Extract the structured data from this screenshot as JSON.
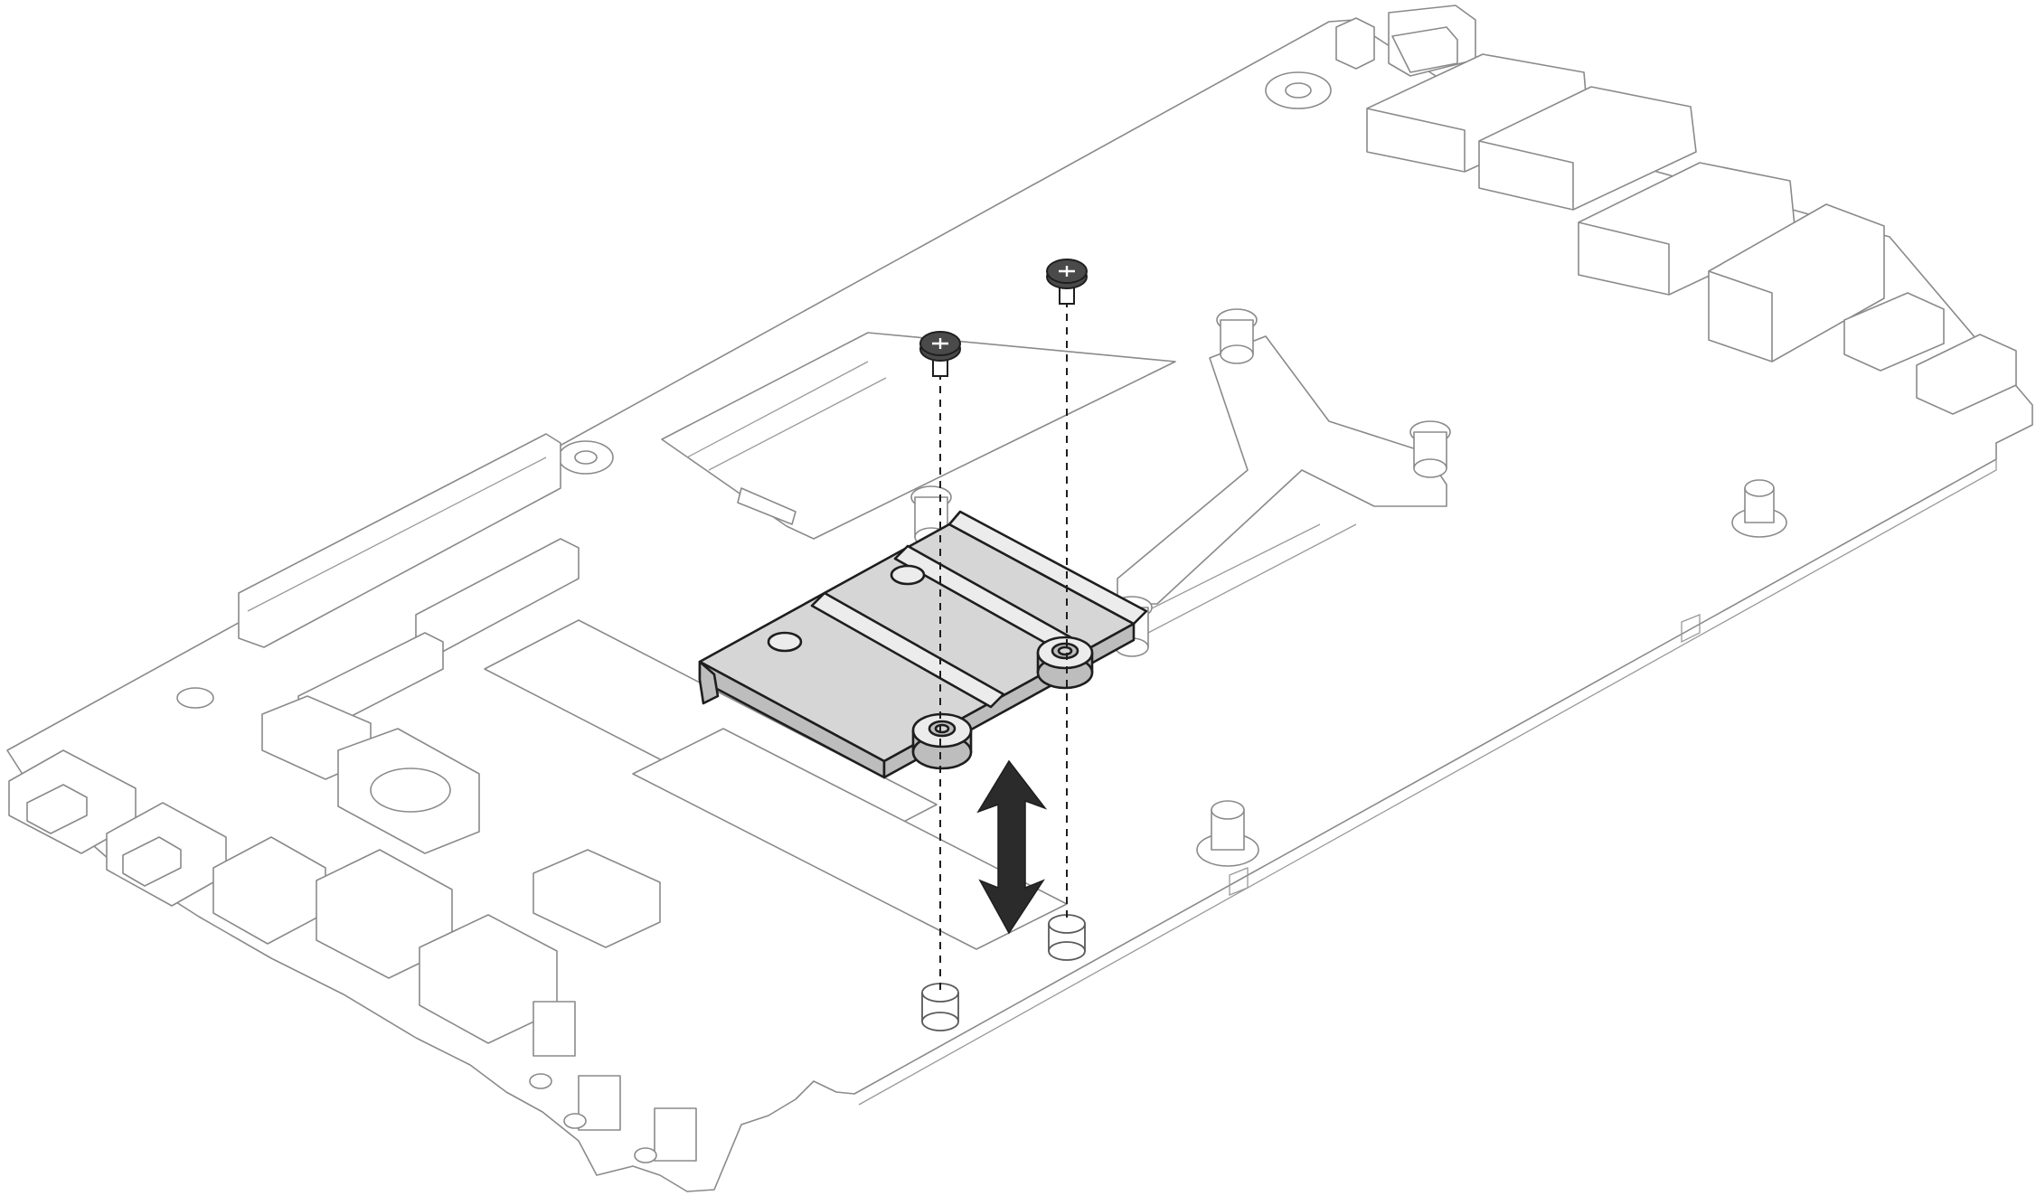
{
  "diagram": {
    "kind": "exploded-assembly",
    "motion": "vertical-install-remove",
    "colors": {
      "board_line": "#8a8a8a",
      "highlight_fill": "#d6d6d6",
      "highlight_line": "#1e1e1e",
      "arrow": "#2b2b2b"
    },
    "components": [
      "system-board",
      "rear-io-ports",
      "pcie-slots",
      "m2-slots",
      "heat-sink-bracket",
      "m2-retainer",
      "retainer-screws",
      "standoffs",
      "front-io-connectors"
    ]
  }
}
